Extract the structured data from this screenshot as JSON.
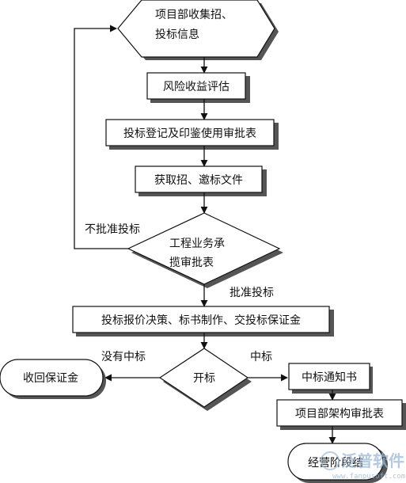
{
  "nodes": {
    "collect_info": {
      "line1": "项目部收集招、",
      "line2": "投标信息"
    },
    "risk_eval": "风险收益评估",
    "registration": "投标登记及印鉴使用审批表",
    "get_docs": "获取招、邀标文件",
    "approval_line1": "工程业务承",
    "approval_line2": "揽审批表",
    "quote": "投标报价决策、标书制作、交投标保证金",
    "open_bid": "开标",
    "refund": "收回保证金",
    "notice": "中标通知书",
    "dept_approval": "项目部架构审批表",
    "stage_end": "经营阶段结"
  },
  "edges": {
    "not_approved": "不批准投标",
    "approved": "批准投标",
    "no_win": "没有中标",
    "win": "中标"
  },
  "watermark": {
    "brand": "泛普软件",
    "url": "www.fanpusoft.com"
  },
  "colors": {
    "stroke": "#111111",
    "shadow": "#555555",
    "watermark": "#9bb9d6"
  }
}
